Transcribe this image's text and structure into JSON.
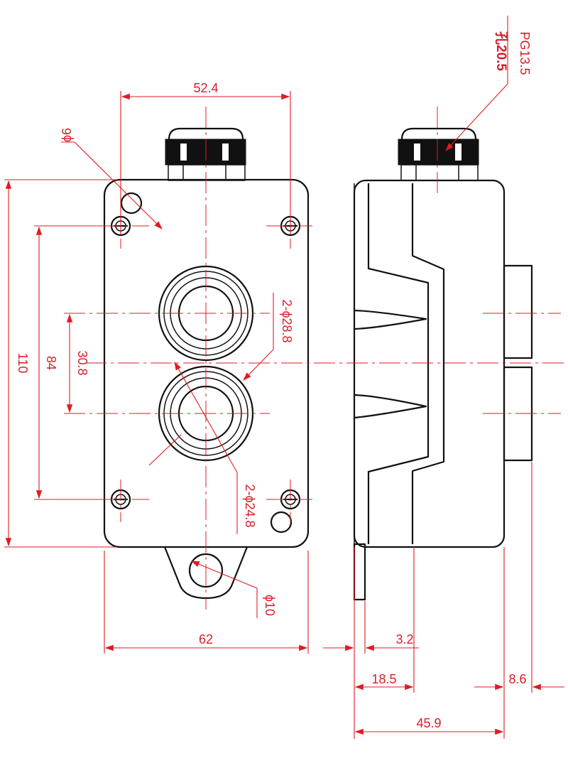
{
  "colors": {
    "outline": "#111111",
    "dimension": "#e01b24"
  },
  "dimensions": {
    "width_top": "52.4",
    "hole_small": "ϕ6",
    "gland_thread": "PG13.5",
    "gland_hole": "孔20.5",
    "height_total": "110",
    "height_screws": "84",
    "button_pitch": "30.8",
    "button_outer": "2-ϕ28.8",
    "button_inner": "2-ϕ24.8",
    "hanger_hole": "ϕ10",
    "width_bottom": "62",
    "tab_thickness": "3.2",
    "side_step": "18.5",
    "button_protrusion": "8.6",
    "depth_total": "45.9"
  }
}
